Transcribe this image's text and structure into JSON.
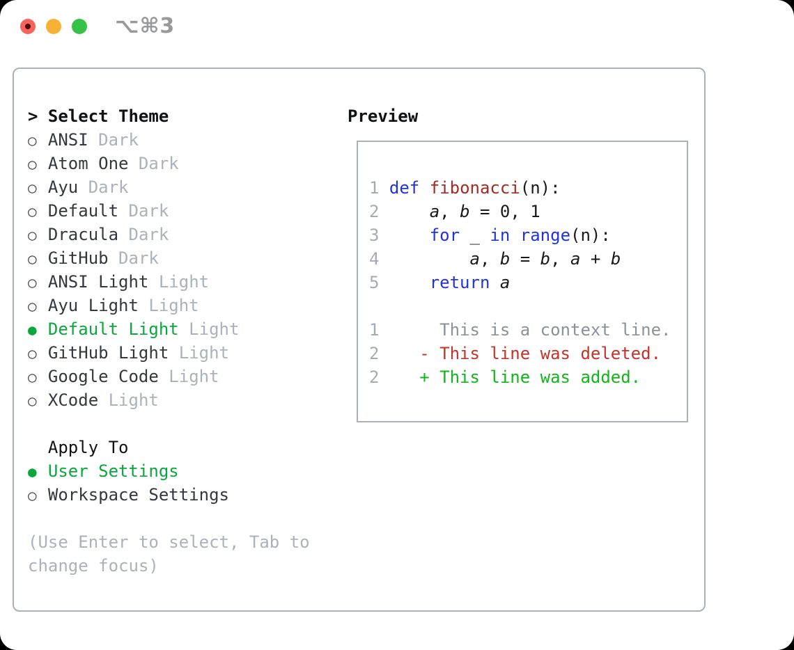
{
  "titlebar": {
    "shortcut": "⌥⌘3",
    "traffic_lights": {
      "close": "#f5645a",
      "close_dot": "#4d0a0a",
      "minimize": "#f6b234",
      "zoom": "#35c245"
    }
  },
  "theme_panel": {
    "title_marker": ">",
    "title": "Select Theme",
    "radio_unselected_glyph": "○",
    "radio_selected_glyph": "●",
    "themes": [
      {
        "name": "ANSI",
        "variant": "Dark",
        "selected": false
      },
      {
        "name": "Atom One",
        "variant": "Dark",
        "selected": false
      },
      {
        "name": "Ayu",
        "variant": "Dark",
        "selected": false
      },
      {
        "name": "Default",
        "variant": "Dark",
        "selected": false
      },
      {
        "name": "Dracula",
        "variant": "Dark",
        "selected": false
      },
      {
        "name": "GitHub",
        "variant": "Dark",
        "selected": false
      },
      {
        "name": "ANSI Light",
        "variant": "Light",
        "selected": false
      },
      {
        "name": "Ayu Light",
        "variant": "Light",
        "selected": false
      },
      {
        "name": "Default Light",
        "variant": "Light",
        "selected": true
      },
      {
        "name": "GitHub Light",
        "variant": "Light",
        "selected": false
      },
      {
        "name": "Google Code",
        "variant": "Light",
        "selected": false
      },
      {
        "name": "XCode",
        "variant": "Light",
        "selected": false
      }
    ],
    "apply_to": {
      "title": "Apply To",
      "options": [
        {
          "label": "User Settings",
          "selected": true
        },
        {
          "label": "Workspace Settings",
          "selected": false
        }
      ]
    },
    "help_lines": [
      "(Use Enter to select, Tab to",
      "change focus)"
    ]
  },
  "preview": {
    "title": "Preview",
    "code_lines": [
      {
        "num": "1",
        "tokens": [
          [
            "kw",
            "def"
          ],
          [
            "pl",
            " "
          ],
          [
            "fn",
            "fibonacci"
          ],
          [
            "pl",
            "(n):"
          ]
        ]
      },
      {
        "num": "2",
        "tokens": [
          [
            "pl",
            "    "
          ],
          [
            "var",
            "a"
          ],
          [
            "pl",
            ", "
          ],
          [
            "var",
            "b"
          ],
          [
            "pl",
            " = 0, 1"
          ]
        ]
      },
      {
        "num": "3",
        "tokens": [
          [
            "pl",
            "    "
          ],
          [
            "kw",
            "for"
          ],
          [
            "pl",
            " _ "
          ],
          [
            "kw",
            "in"
          ],
          [
            "pl",
            " "
          ],
          [
            "kw",
            "range"
          ],
          [
            "pl",
            "(n):"
          ]
        ]
      },
      {
        "num": "4",
        "tokens": [
          [
            "pl",
            "        "
          ],
          [
            "var",
            "a"
          ],
          [
            "pl",
            ", "
          ],
          [
            "var",
            "b"
          ],
          [
            "pl",
            " = "
          ],
          [
            "var",
            "b"
          ],
          [
            "pl",
            ", "
          ],
          [
            "var",
            "a"
          ],
          [
            "pl",
            " + "
          ],
          [
            "var",
            "b"
          ]
        ]
      },
      {
        "num": "5",
        "tokens": [
          [
            "pl",
            "    "
          ],
          [
            "kw",
            "return"
          ],
          [
            "pl",
            " "
          ],
          [
            "var",
            "a"
          ]
        ]
      }
    ],
    "diff_lines": [
      {
        "num": "1",
        "kind": "context",
        "text": "      This is a context line."
      },
      {
        "num": "2",
        "kind": "deleted",
        "text": "    - This line was deleted."
      },
      {
        "num": "2",
        "kind": "added",
        "text": "    + This line was added."
      }
    ]
  },
  "colors": {
    "accent_green": "#0aa83c",
    "keyword_blue": "#2133e0",
    "function_red": "#a02c26",
    "diff_deleted_red": "#c4332a",
    "diff_added_green": "#12b51a",
    "context_gray": "#8a929b",
    "muted_gray": "#a9b2bd",
    "border_gray": "#a9b1ba",
    "text_dark": "#33383f"
  }
}
